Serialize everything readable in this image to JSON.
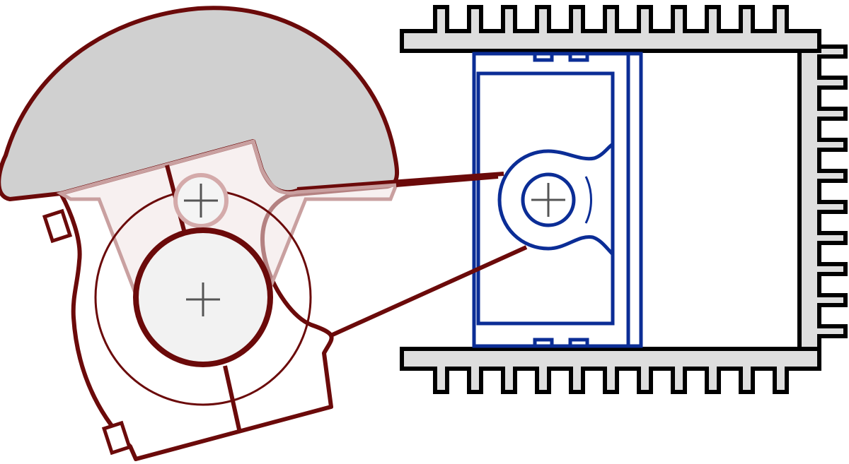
{
  "diagram": {
    "parts": [
      "cylinder-wall-top",
      "cylinder-wall-bottom",
      "cylinder-head",
      "cooling-fins",
      "piston",
      "piston-rings",
      "wrist-pin",
      "connecting-rod",
      "crankshaft-counterweight",
      "crank-pin",
      "main-journal",
      "crankcase-bearing"
    ],
    "colors": {
      "cylinder_stroke": "#000000",
      "cylinder_fill": "#dedede",
      "piston_stroke": "#0b2d96",
      "piston_fill": "#ffffff",
      "crank_stroke": "#6b0a0a",
      "counterweight_fill": "#d0d0d0",
      "journal_fill": "#f2f2f2",
      "crosshair": "#555555"
    }
  }
}
